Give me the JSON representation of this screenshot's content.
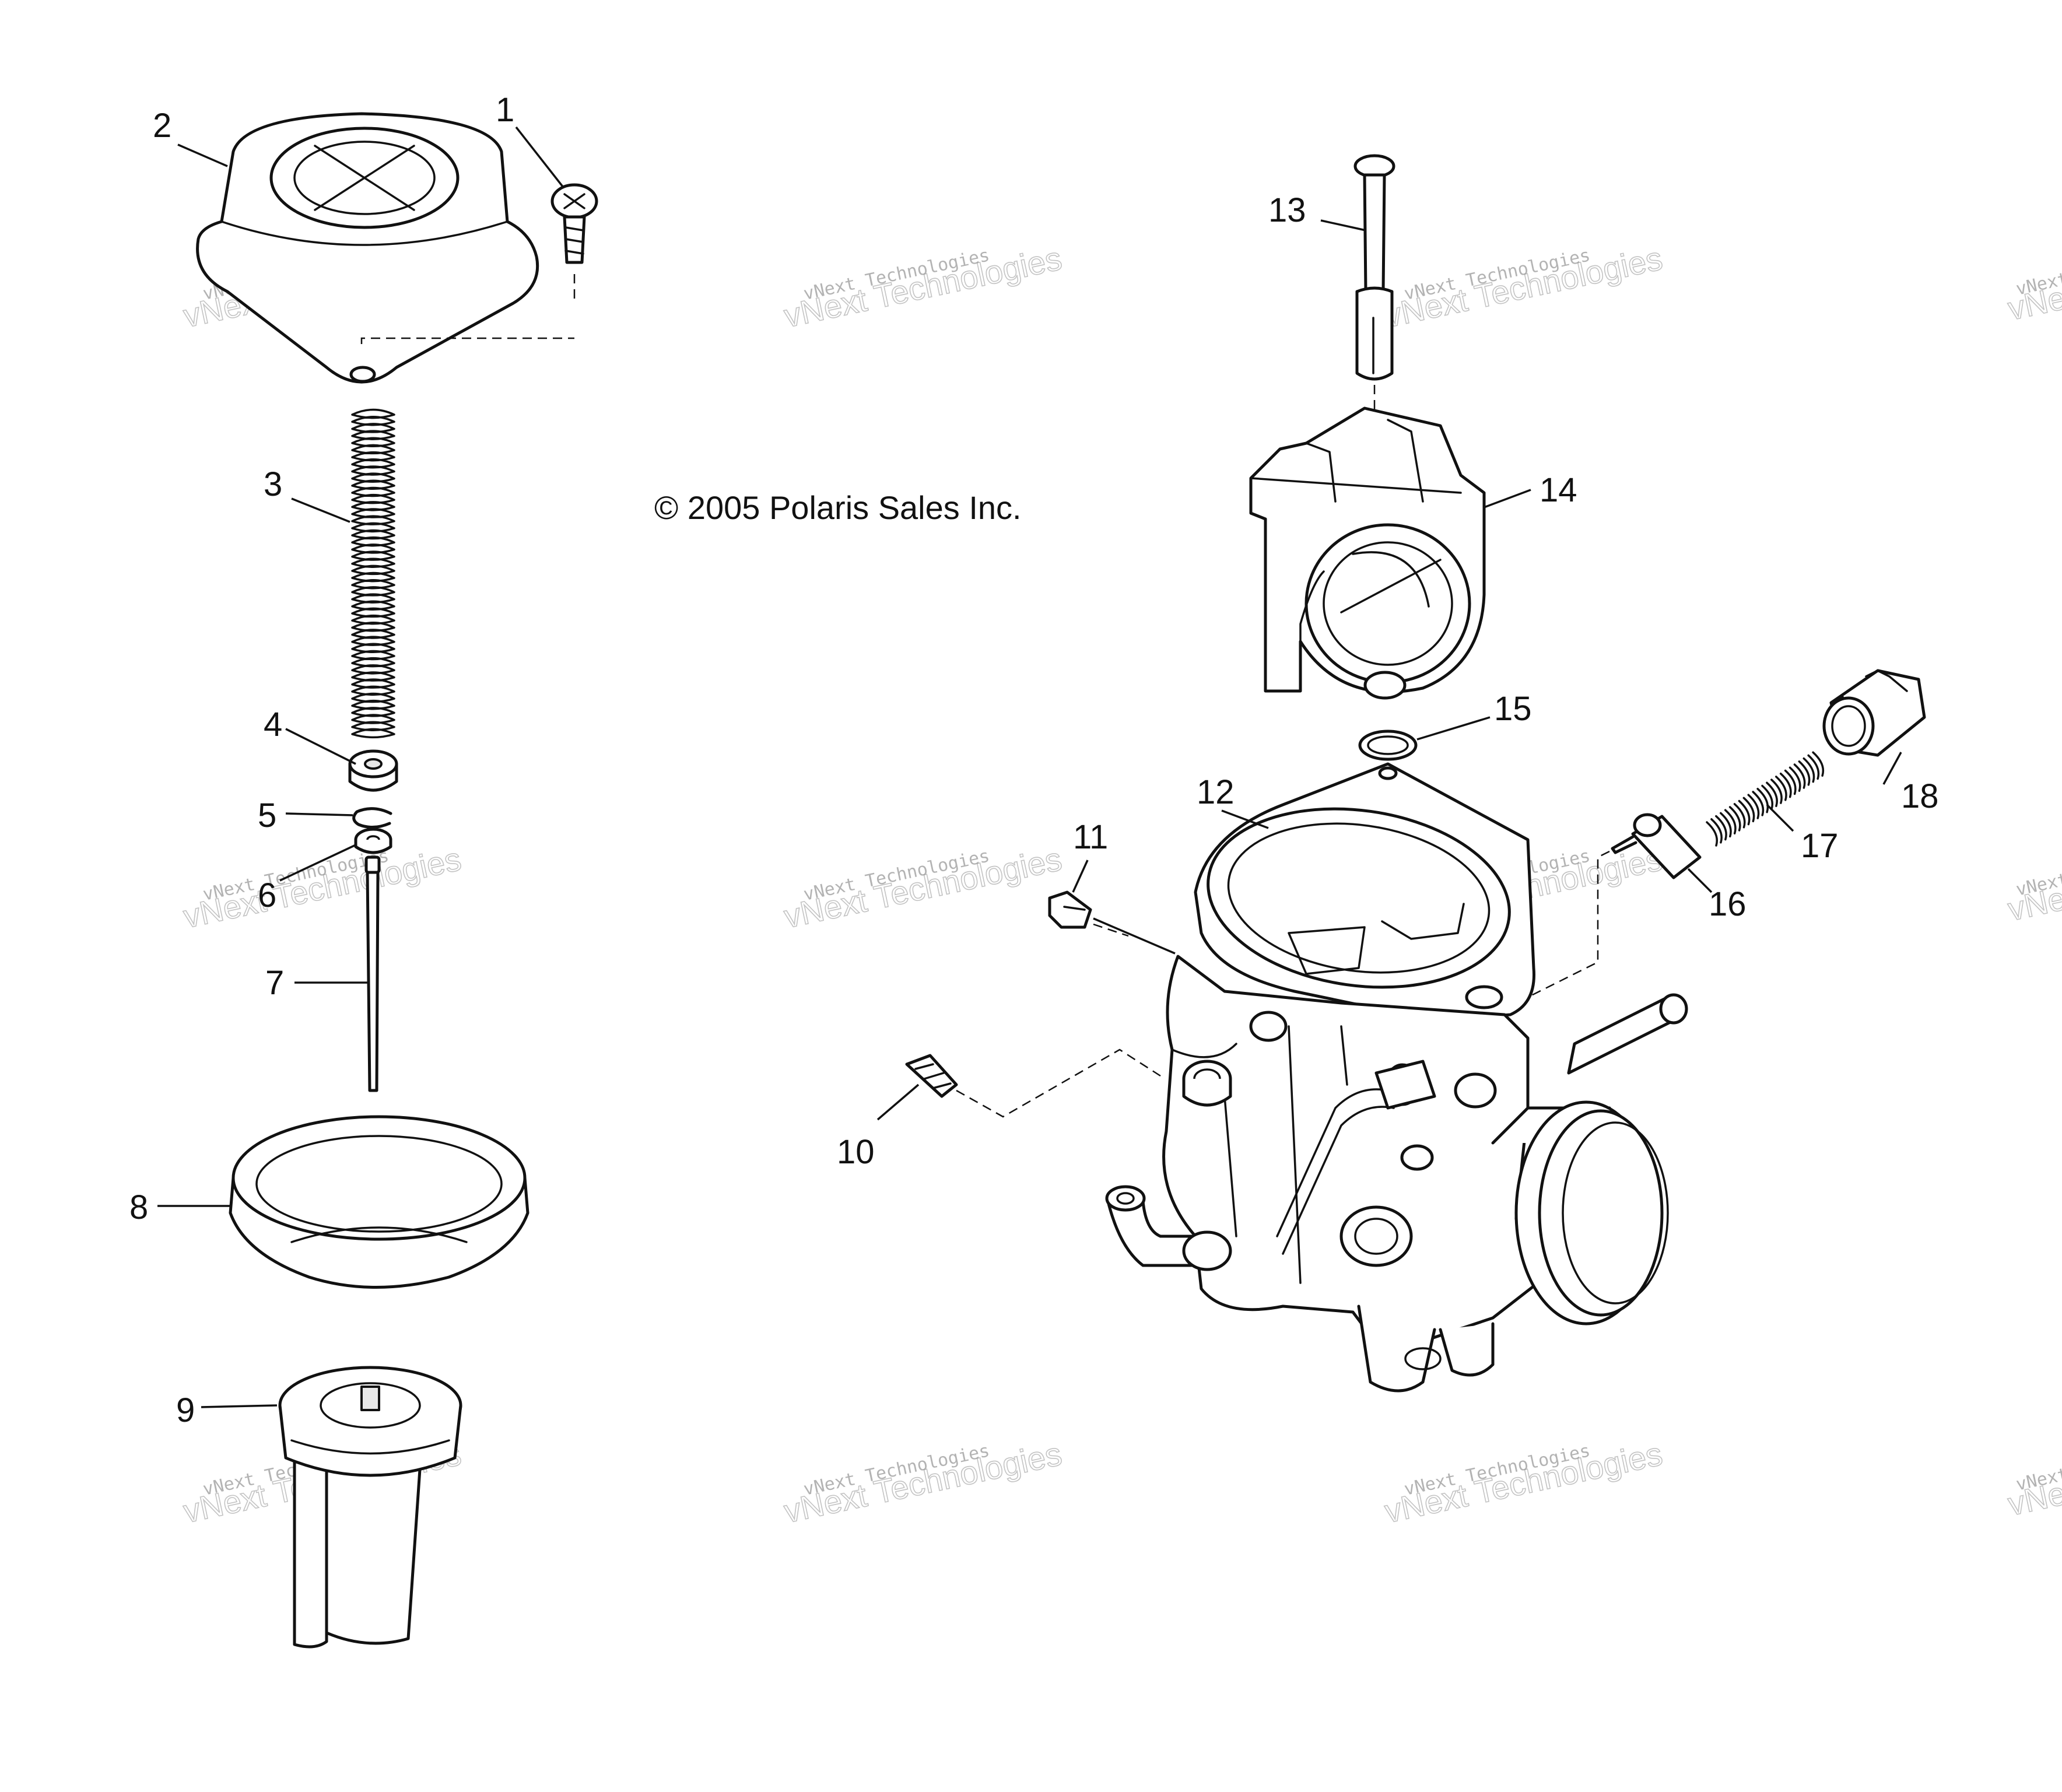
{
  "copyright": "© 2005 Polaris Sales Inc.",
  "watermark": {
    "line1": "vNext Technologies",
    "line2": "vNext Technologies"
  },
  "callouts": [
    {
      "id": "1",
      "text": "1"
    },
    {
      "id": "2",
      "text": "2"
    },
    {
      "id": "3",
      "text": "3"
    },
    {
      "id": "4",
      "text": "4"
    },
    {
      "id": "5",
      "text": "5"
    },
    {
      "id": "6",
      "text": "6"
    },
    {
      "id": "7",
      "text": "7"
    },
    {
      "id": "8",
      "text": "8"
    },
    {
      "id": "9",
      "text": "9"
    },
    {
      "id": "10",
      "text": "10"
    },
    {
      "id": "11",
      "text": "11"
    },
    {
      "id": "12",
      "text": "12"
    },
    {
      "id": "13",
      "text": "13"
    },
    {
      "id": "14",
      "text": "14"
    },
    {
      "id": "15",
      "text": "15"
    },
    {
      "id": "16",
      "text": "16"
    },
    {
      "id": "17",
      "text": "17"
    },
    {
      "id": "18",
      "text": "18"
    }
  ],
  "colors": {
    "line": "#111111",
    "background": "#ffffff",
    "watermark": "#9a9a9a"
  }
}
